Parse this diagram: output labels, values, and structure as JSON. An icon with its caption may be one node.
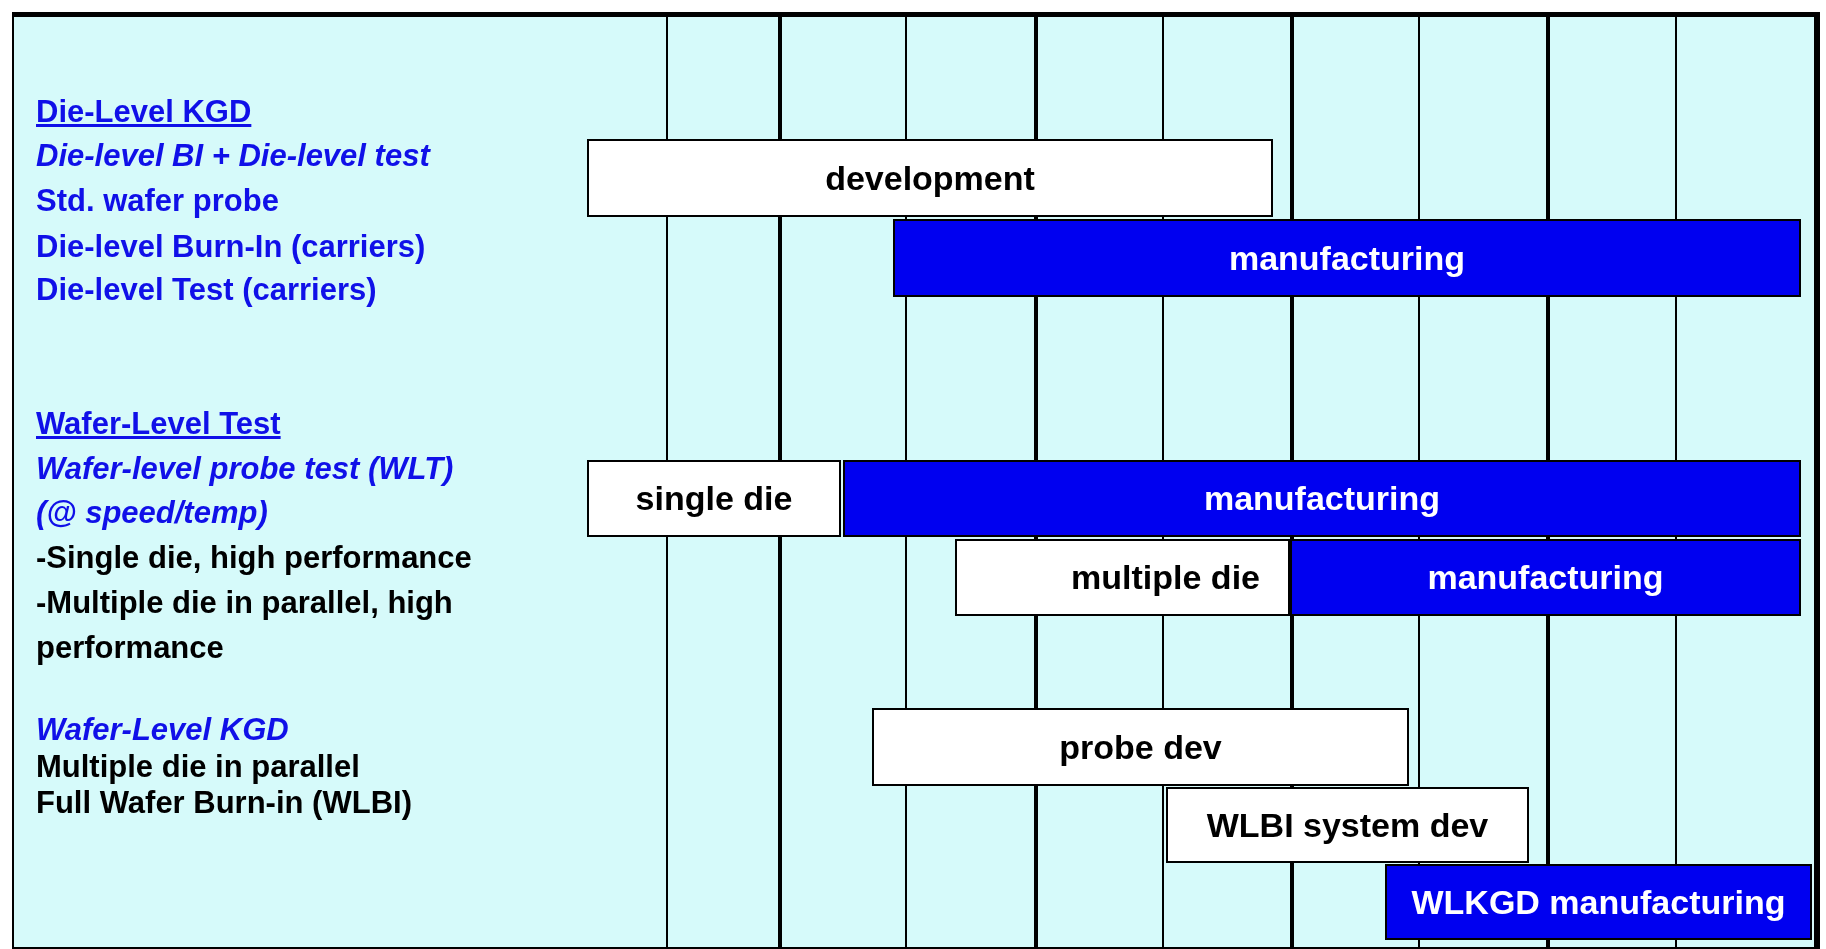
{
  "diagram": {
    "nodes": [
      {
        "text": [
          "development"
        ]
      },
      {
        "text": [
          "manufacturing"
        ]
      },
      {
        "text": [
          "single die"
        ]
      },
      {
        "text": [
          "manufacturing"
        ]
      },
      {
        "text": [
          "multiple die"
        ]
      },
      {
        "text": [
          "manufacturing"
        ]
      },
      {
        "text": [
          "probe dev"
        ]
      },
      {
        "text": [
          "WLBI system dev"
        ]
      },
      {
        "text": [
          "WLKGD manufacturing"
        ]
      }
    ],
    "labels": [
      "Die-Level KGD",
      "Die-level BI + Die-level test",
      "Std. wafer probe",
      "Die-level Burn-In (carriers)",
      "Die-level Test (carriers)",
      "Wafer-Level Test",
      "Wafer-level probe test  (WLT)",
      "(@ speed/temp)",
      "-Single die, high performance",
      "-Multiple die in parallel, high performance",
      "Wafer-Level KGD",
      "Multiple die in parallel",
      "Full Wafer Burn-in (WLBI)"
    ]
  }
}
